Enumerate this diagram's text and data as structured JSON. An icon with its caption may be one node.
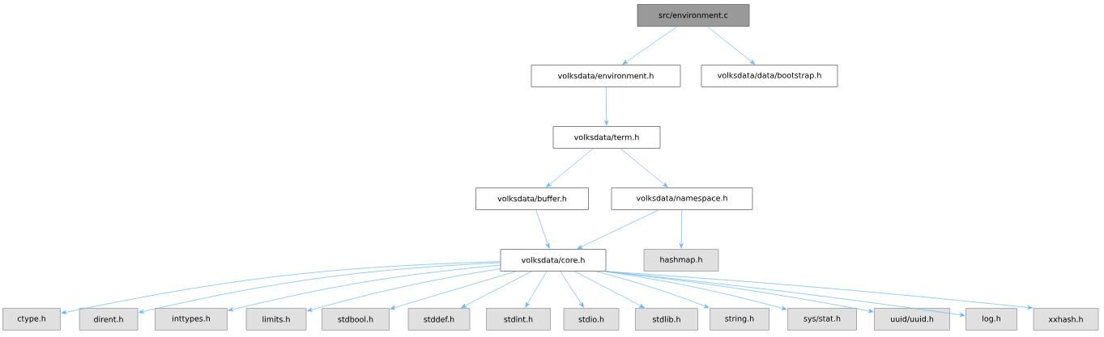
{
  "diagram": {
    "nodes": [
      {
        "text": [
          "src/environment.c"
        ]
      },
      {
        "text": [
          "volksdata/environment.h"
        ]
      },
      {
        "text": [
          "volksdata/data/bootstrap.h"
        ]
      },
      {
        "text": [
          "volksdata/term.h"
        ]
      },
      {
        "text": [
          "volksdata/buffer.h"
        ]
      },
      {
        "text": [
          "volksdata/namespace.h"
        ]
      },
      {
        "text": [
          "volksdata/core.h"
        ]
      },
      {
        "text": [
          "hashmap.h"
        ]
      },
      {
        "text": [
          "ctype.h"
        ]
      },
      {
        "text": [
          "dirent.h"
        ]
      },
      {
        "text": [
          "inttypes.h"
        ]
      },
      {
        "text": [
          "limits.h"
        ]
      },
      {
        "text": [
          "stdbool.h"
        ]
      },
      {
        "text": [
          "stddef.h"
        ]
      },
      {
        "text": [
          "stdint.h"
        ]
      },
      {
        "text": [
          "stdio.h"
        ]
      },
      {
        "text": [
          "stdlib.h"
        ]
      },
      {
        "text": [
          "string.h"
        ]
      },
      {
        "text": [
          "sys/stat.h"
        ]
      },
      {
        "text": [
          "uuid/uuid.h"
        ]
      },
      {
        "text": [
          "log.h"
        ]
      },
      {
        "text": [
          "xxhash.h"
        ]
      }
    ],
    "edges": [
      {
        "from": 0,
        "to": 1,
        "arrow": "to"
      },
      {
        "from": 0,
        "to": 2,
        "arrow": "to"
      },
      {
        "from": 1,
        "to": 3,
        "arrow": "to"
      },
      {
        "from": 3,
        "to": 4,
        "arrow": "to"
      },
      {
        "from": 3,
        "to": 5,
        "arrow": "to"
      },
      {
        "from": 4,
        "to": 6,
        "arrow": "to"
      },
      {
        "from": 5,
        "to": 6,
        "arrow": "to"
      },
      {
        "from": 5,
        "to": 7,
        "arrow": "to"
      },
      {
        "from": 6,
        "to": 8,
        "arrow": "to"
      },
      {
        "from": 6,
        "to": 9,
        "arrow": "to"
      },
      {
        "from": 6,
        "to": 10,
        "arrow": "to"
      },
      {
        "from": 6,
        "to": 11,
        "arrow": "to"
      },
      {
        "from": 6,
        "to": 12,
        "arrow": "to"
      },
      {
        "from": 6,
        "to": 13,
        "arrow": "to"
      },
      {
        "from": 6,
        "to": 14,
        "arrow": "to"
      },
      {
        "from": 6,
        "to": 15,
        "arrow": "to"
      },
      {
        "from": 6,
        "to": 16,
        "arrow": "to"
      },
      {
        "from": 6,
        "to": 17,
        "arrow": "to"
      },
      {
        "from": 6,
        "to": 18,
        "arrow": "to"
      },
      {
        "from": 6,
        "to": 19,
        "arrow": "to"
      },
      {
        "from": 6,
        "to": 20,
        "arrow": "to"
      },
      {
        "from": 6,
        "to": 21,
        "arrow": "to"
      }
    ]
  }
}
